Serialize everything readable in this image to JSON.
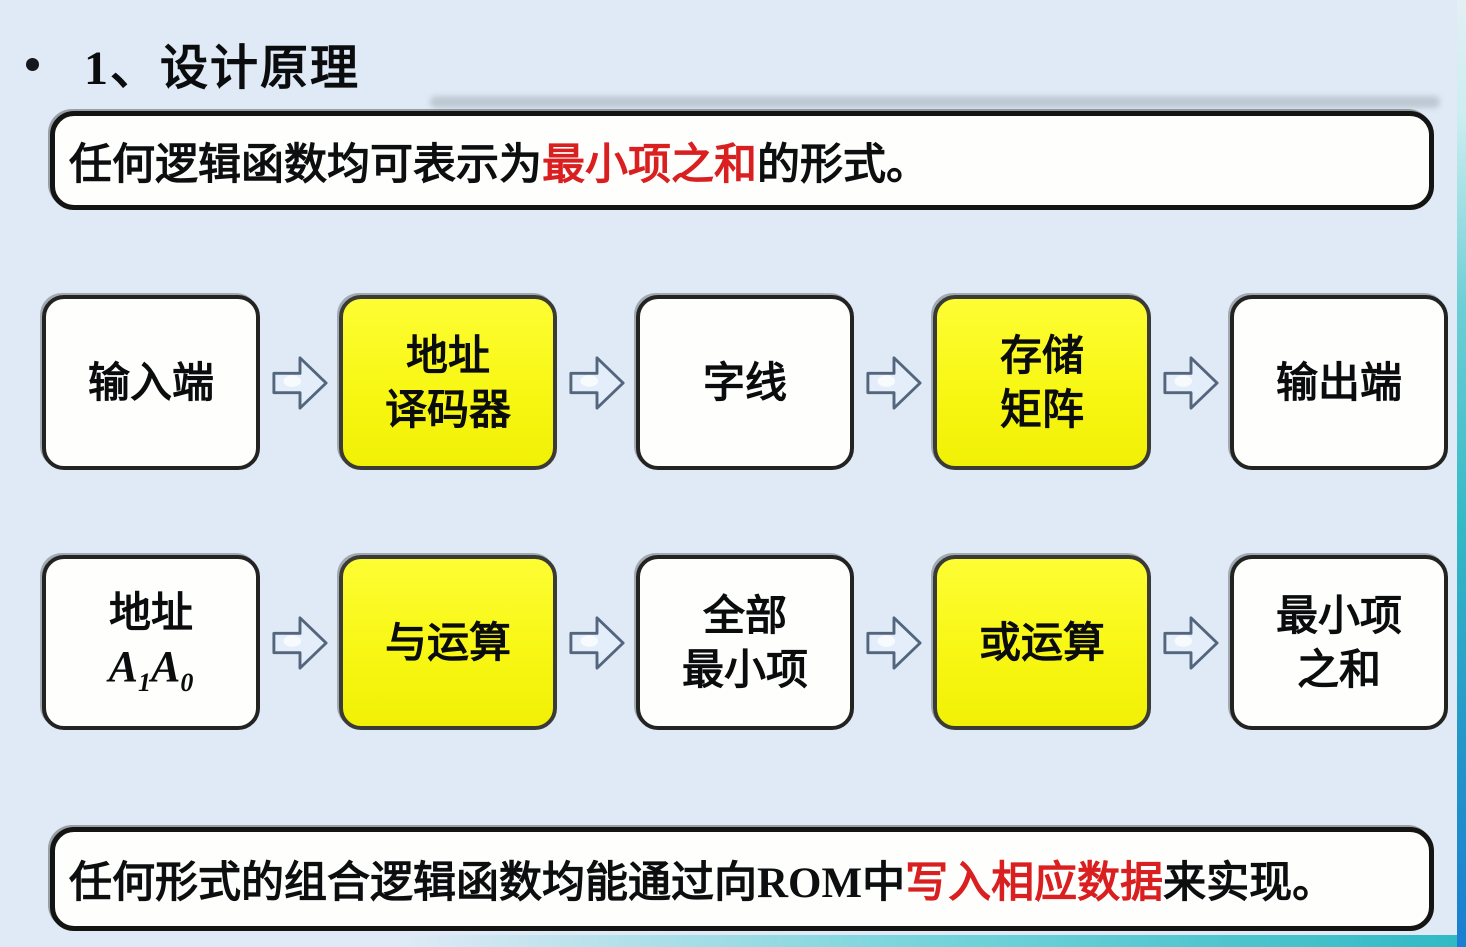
{
  "title": {
    "number": "1、",
    "text": "设计原理"
  },
  "statements": {
    "top": {
      "prefix": "任何逻辑函数均可表示为",
      "highlight": "最小项之和",
      "suffix": "的形式。"
    },
    "bottom": {
      "prefix": "任何形式的组合逻辑函数均能通过向",
      "rom": "ROM",
      "mid": "中",
      "highlight": "写入相应数据",
      "suffix": "来实现。"
    }
  },
  "flow": {
    "rows": [
      {
        "name": "rom-structure-flow",
        "boxes": [
          {
            "style": "plain",
            "lines": [
              "输入端"
            ]
          },
          {
            "style": "highlight",
            "lines": [
              "地址",
              "译码器"
            ]
          },
          {
            "style": "plain",
            "lines": [
              "字线"
            ]
          },
          {
            "style": "highlight",
            "lines": [
              "存储",
              "矩阵"
            ]
          },
          {
            "style": "plain",
            "lines": [
              "输出端"
            ]
          }
        ]
      },
      {
        "name": "logic-operation-flow",
        "boxes": [
          {
            "style": "plain",
            "lines": [
              "地址",
              {
                "math": [
                  {
                    "base": "A",
                    "sub": "1"
                  },
                  {
                    "base": "A",
                    "sub": "0"
                  }
                ]
              }
            ]
          },
          {
            "style": "highlight",
            "lines": [
              "与运算"
            ]
          },
          {
            "style": "plain",
            "lines": [
              "全部",
              "最小项"
            ]
          },
          {
            "style": "highlight",
            "lines": [
              "或运算"
            ]
          },
          {
            "style": "plain",
            "lines": [
              "最小项",
              "之和"
            ]
          }
        ]
      }
    ],
    "arrow_icon": "block-arrow-right"
  },
  "colors": {
    "background": "#dfeaf6",
    "box_fill": "#fefefc",
    "box_border": "#1c1c1a",
    "highlight_box_fill": "#f8f714",
    "accent_red": "#d91f1f",
    "arrow_fill": "#e4eefa",
    "arrow_stroke": "#54657e",
    "teal_bar": "#2fb9c4",
    "edge_blue": "#1b7ed2"
  }
}
